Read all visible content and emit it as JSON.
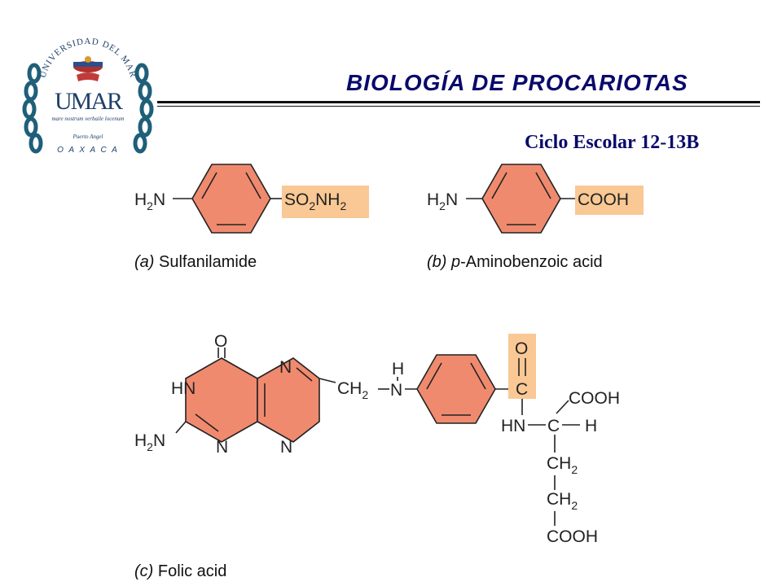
{
  "header": {
    "title": "BIOLOGÍA DE PROCARIOTAS",
    "subtitle": "Ciclo Escolar 12-13B"
  },
  "logo": {
    "arc_text": "UNIVERSIDAD DEL MAR",
    "monogram": "UMAR",
    "motto": "mare nostrum verbaile locenum",
    "place": "Puerto Angel",
    "state": "O A X A C A"
  },
  "colors": {
    "ring_fill": "#f08a6e",
    "highlight": "#f9c894",
    "title_text": "#0a0a6b"
  },
  "figure": {
    "a": {
      "label_letter": "(a)",
      "label_name": " Sulfanilamide",
      "amine": "H",
      "amine_sub": "2",
      "amine_n": "N",
      "group_so": "SO",
      "group_so_sub": "2",
      "group_nh": "NH",
      "group_nh_sub": "2"
    },
    "b": {
      "label_letter": "(b) p",
      "label_name": "-Aminobenzoic acid",
      "amine": "H",
      "amine_sub": "2",
      "amine_n": "N",
      "group": "COOH"
    },
    "c": {
      "label_letter": "(c)",
      "label_name": " Folic acid",
      "o_top": "O",
      "hn": "HN",
      "n_top": "N",
      "n_bottom_left": "N",
      "n_bottom_right": "N",
      "h2n": "H",
      "h2n_sub": "2",
      "h2n_n": "N",
      "ch2": "CH",
      "ch2_sub": "2",
      "h_nh": "H",
      "n_nh": "N",
      "carbonyl_o": "O",
      "carbonyl_c": "C",
      "amide_hn": "HN",
      "alpha_c": "C",
      "alpha_h": "H",
      "cooh_top": "COOH",
      "ch2_a": "CH",
      "ch2_a_sub": "2",
      "ch2_b": "CH",
      "ch2_b_sub": "2",
      "cooh_bottom": "COOH"
    }
  }
}
